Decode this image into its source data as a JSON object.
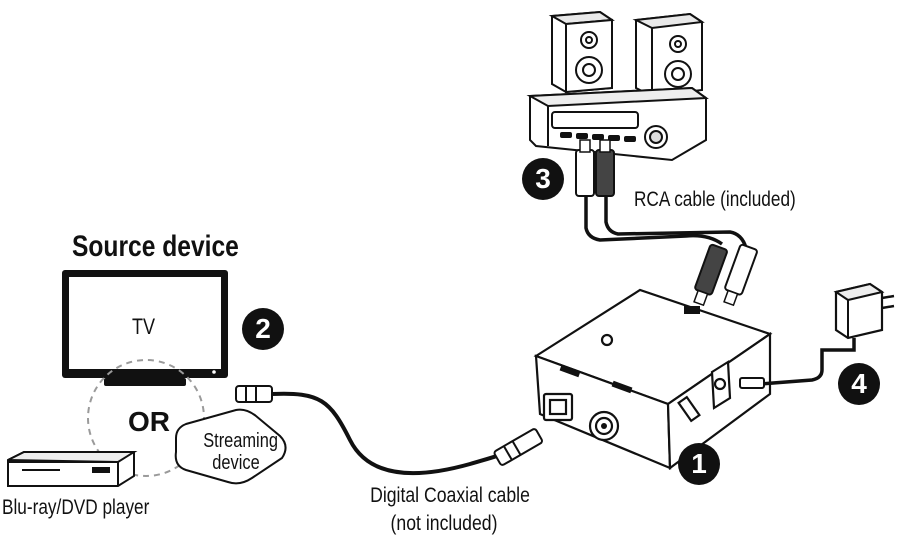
{
  "labels": {
    "source_device": "Source device",
    "tv": "TV",
    "or": "OR",
    "streaming_line1": "Streaming",
    "streaming_line2": "device",
    "bluray": "Blu-ray/DVD player",
    "coax_line1": "Digital Coaxial cable",
    "coax_line2": "(not included)",
    "rca": "RCA cable (included)"
  },
  "steps": [
    "1",
    "2",
    "3",
    "4"
  ],
  "colors": {
    "ink": "#111111",
    "device_fill": "#ffffff",
    "screen_bezel": "#111111",
    "dashed": "#9a9a9a"
  }
}
